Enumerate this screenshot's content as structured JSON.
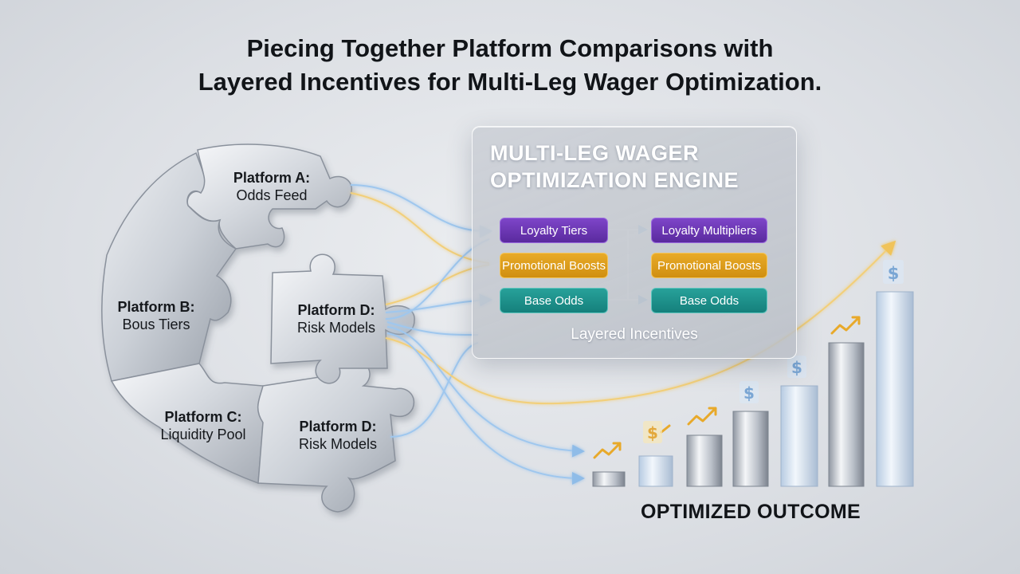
{
  "title": {
    "line1": "Piecing Together Platform Comparisons with",
    "line2": "Layered Incentives for Multi-Leg Wager Optimization."
  },
  "pieces": [
    {
      "name": "Platform A:",
      "desc": "Odds Feed"
    },
    {
      "name": "Platform B:",
      "desc": "Bous Tiers"
    },
    {
      "name": "Platform C:",
      "desc": "Liquidity Pool"
    },
    {
      "name": "Platform D:",
      "desc": "Risk Models"
    },
    {
      "name": "Platform D:",
      "desc": "Risk Models"
    }
  ],
  "engine": {
    "title_line1": "MULTI-LEG WAGER",
    "title_line2": "OPTIMIZATION ENGINE",
    "left_layers": [
      "Loyalty Tiers",
      "Promotional Boosts",
      "Base Odds"
    ],
    "right_layers": [
      "Loyalty Multipliers",
      "Promotional Boosts",
      "Base Odds"
    ],
    "caption": "Layered Incentives"
  },
  "outcome": {
    "label": "OPTIMIZED OUTCOME",
    "dollar_symbol": "$"
  },
  "colors": {
    "loyalty": "#6a35b3",
    "promotional": "#dc9a18",
    "base": "#1e908a",
    "flow_blue": "#9fc7ee",
    "flow_gold": "#f2cf7a",
    "arrow_gold": "#e8a92a"
  },
  "icons": {
    "trend": "trend-arrow-icon",
    "dollar": "dollar-icon"
  }
}
